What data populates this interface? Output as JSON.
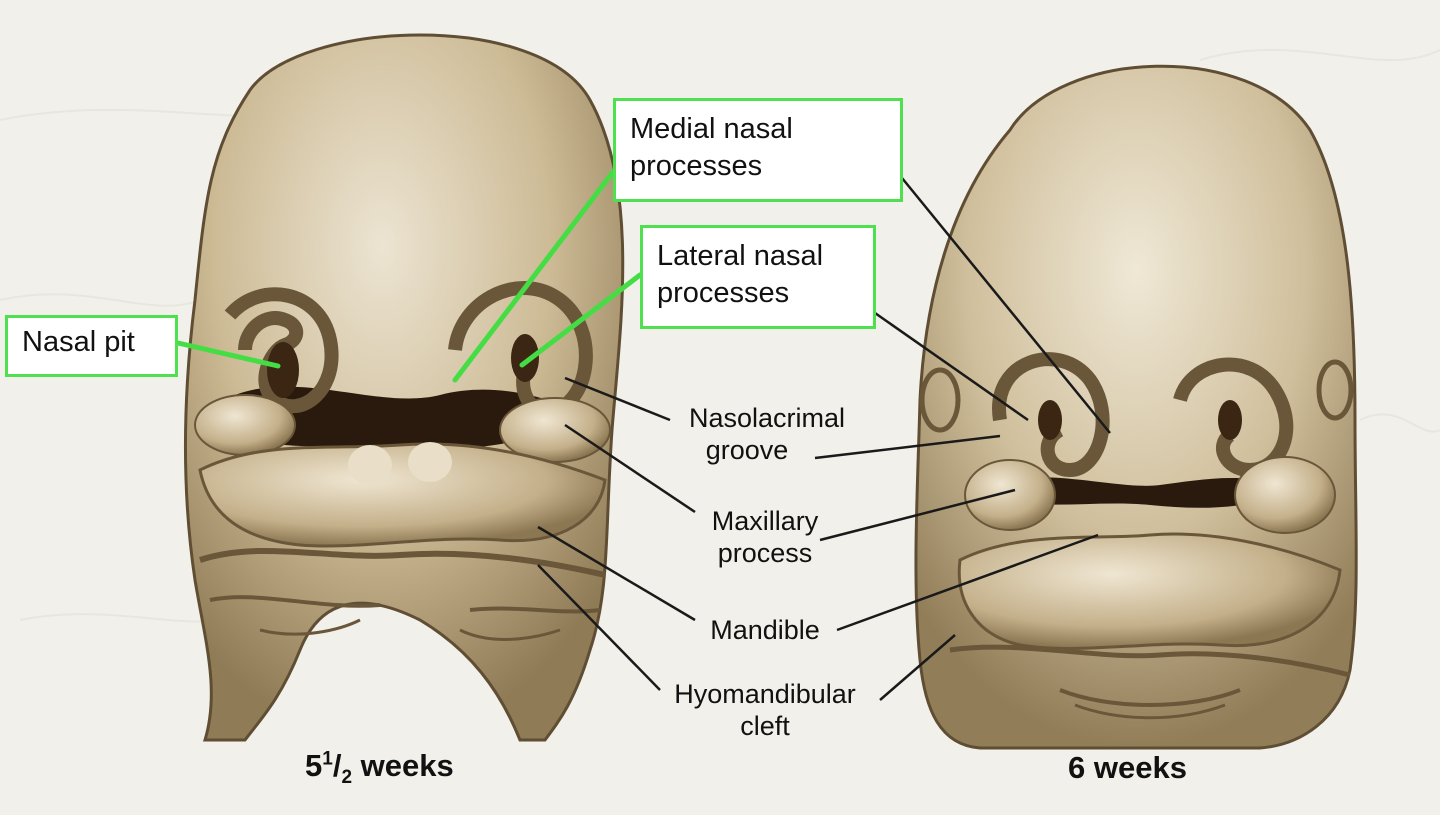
{
  "labels": {
    "nasal_pit": "Nasal pit",
    "medial_nasal": [
      "Medial nasal",
      "processes"
    ],
    "lateral_nasal": [
      "Lateral nasal",
      "processes"
    ],
    "nasolacrimal": [
      "Nasolacrimal",
      "groove"
    ],
    "maxillary": [
      "Maxillary",
      "process"
    ],
    "mandible": "Mandible",
    "hyomandibular": [
      "Hyomandibular",
      "cleft"
    ]
  },
  "captions": {
    "left_main": "5",
    "left_sup": "1",
    "left_slash": "/",
    "left_sub": "2",
    "left_unit": " weeks",
    "right": "6 weeks"
  },
  "colors": {
    "background": "#f1f0ea",
    "tissue_base": "#c9b793",
    "tissue_light": "#e6dcc6",
    "tissue_shadow": "#7d6a48",
    "cavity": "#2a1a0e",
    "highlight_box": "#4fe04f"
  }
}
